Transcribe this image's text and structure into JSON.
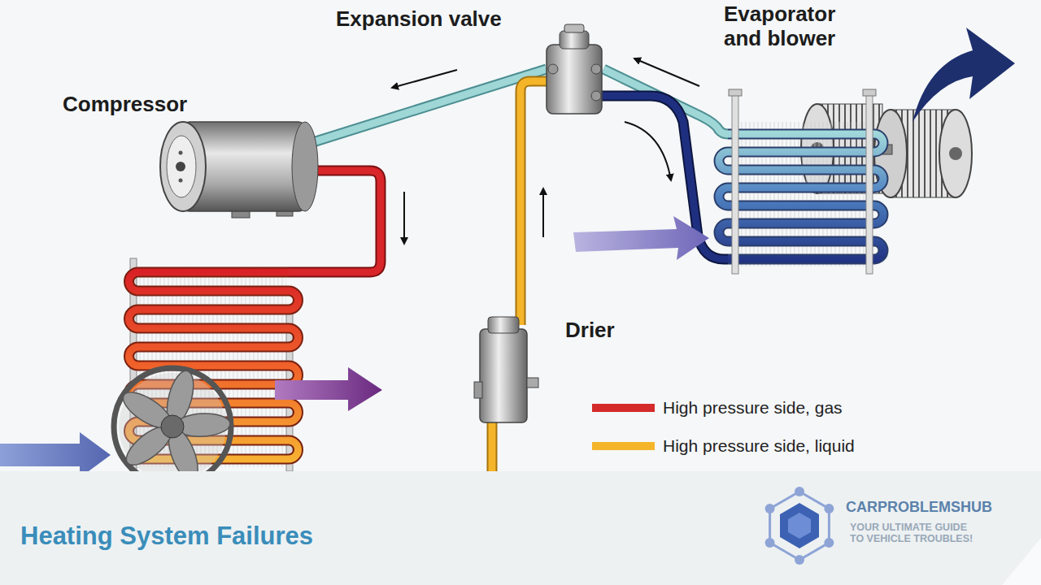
{
  "diagram": {
    "title": "Heating System Failures",
    "labels": [
      "Expansion valve",
      "Evaporator and blower",
      "Compressor",
      "Drier",
      "CARPROBLEMSHUB",
      "YOUR ULTIMATE GUIDE TO VEHICLE TROUBLES!"
    ],
    "legend": [
      {
        "text": "High pressure side, gas",
        "color": "#d42a2a"
      },
      {
        "text": "High pressure side, liquid",
        "color": "#f5b52a"
      }
    ]
  }
}
